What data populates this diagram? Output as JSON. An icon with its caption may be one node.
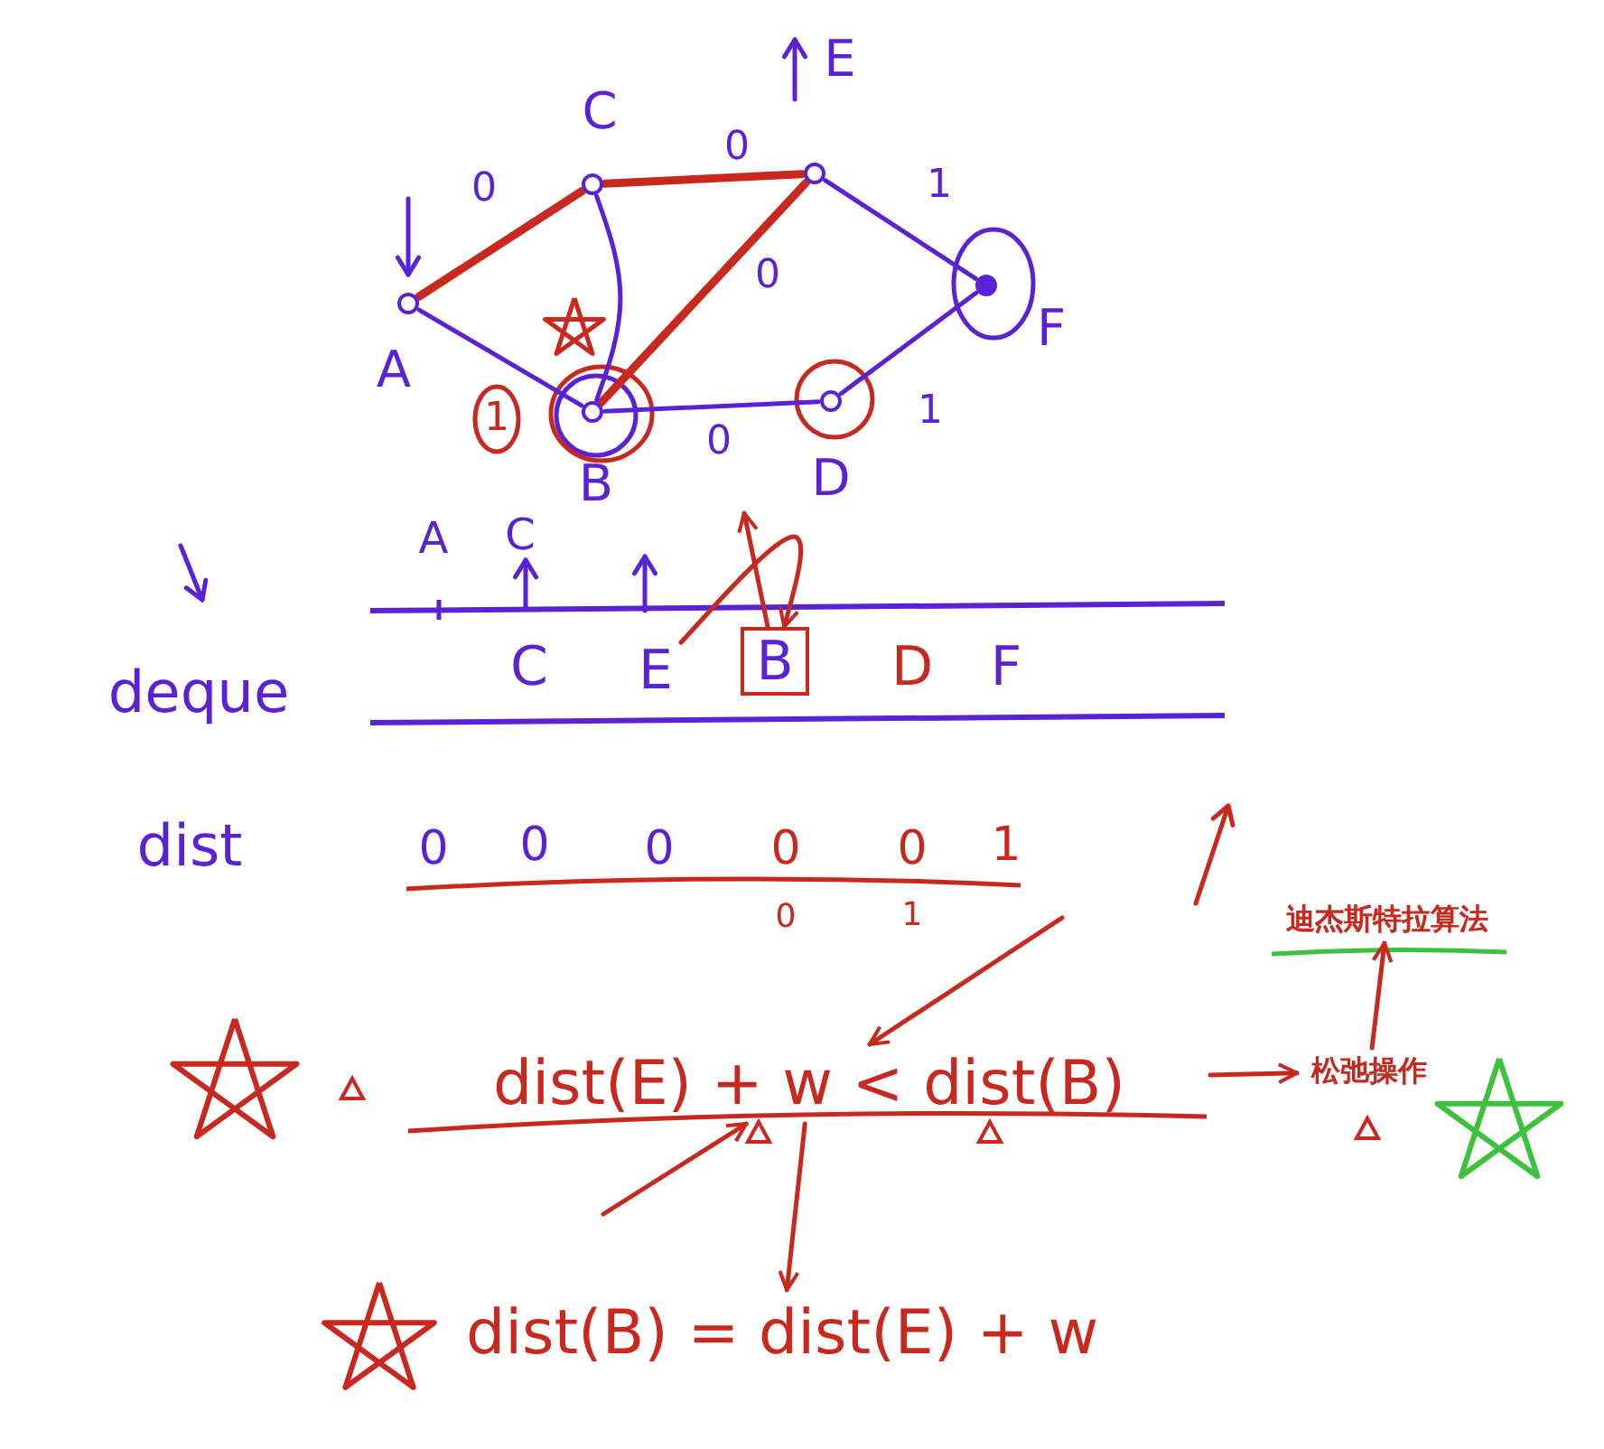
{
  "diagram": {
    "nodes": [
      {
        "text": [],
        "shape": "circle",
        "beside": [
          "A"
        ]
      },
      {
        "text": [],
        "shape": "circle",
        "beside": [
          "C"
        ]
      },
      {
        "text": [],
        "shape": "circle",
        "beside": [
          "E"
        ]
      },
      {
        "text": [],
        "shape": "circle",
        "beside": [
          "F"
        ]
      },
      {
        "text": [],
        "shape": "circle",
        "beside": [
          "B"
        ]
      },
      {
        "text": [],
        "shape": "circle",
        "beside": [
          "D"
        ]
      },
      {
        "text": [
          "E"
        ]
      },
      {
        "text": [
          "B"
        ]
      },
      {
        "text": [
          "dist(E) + w < dist(B)"
        ]
      },
      {
        "text": [
          "松弛操作"
        ]
      },
      {
        "text": [
          "迪杰斯特拉算法"
        ]
      },
      {
        "text": [
          "dist(B) = dist(E) + w"
        ]
      }
    ],
    "edges": [
      {
        "from": 0,
        "to": 1,
        "arrow": "none",
        "label": "0",
        "style": "thick"
      },
      {
        "from": 1,
        "to": 2,
        "arrow": "none",
        "label": "0",
        "style": "thick"
      },
      {
        "from": 2,
        "to": 4,
        "arrow": "none",
        "label": "0",
        "style": "thick"
      },
      {
        "from": 2,
        "to": 3,
        "arrow": "none",
        "label": "1",
        "color": "#5a22d4"
      },
      {
        "from": 0,
        "to": 4,
        "arrow": "none",
        "color": "#5a22d4"
      },
      {
        "from": 1,
        "to": 4,
        "arrow": "none",
        "color": "#5a22d4"
      },
      {
        "from": 4,
        "to": 5,
        "arrow": "none",
        "label": "0",
        "color": "#5a22d4"
      },
      {
        "from": 5,
        "to": 3,
        "arrow": "none",
        "label": "1",
        "color": "#5a22d4"
      },
      {
        "from": 6,
        "to": 7,
        "arrow": "to"
      },
      {
        "from": 7,
        "to": null,
        "arrow": "to"
      },
      {
        "from": null,
        "to": 8,
        "arrow": "to"
      },
      {
        "from": null,
        "to": 8,
        "arrow": "to"
      },
      {
        "from": 8,
        "to": 9,
        "arrow": "to"
      },
      {
        "from": 9,
        "to": 10,
        "arrow": "to"
      },
      {
        "from": 8,
        "to": 11,
        "arrow": "to"
      }
    ],
    "labels": [
      "1",
      "A",
      "C",
      "deque",
      "C",
      "D",
      "F",
      "dist",
      "0",
      "0",
      "0",
      "0",
      "0",
      "1",
      "0",
      "1"
    ]
  }
}
